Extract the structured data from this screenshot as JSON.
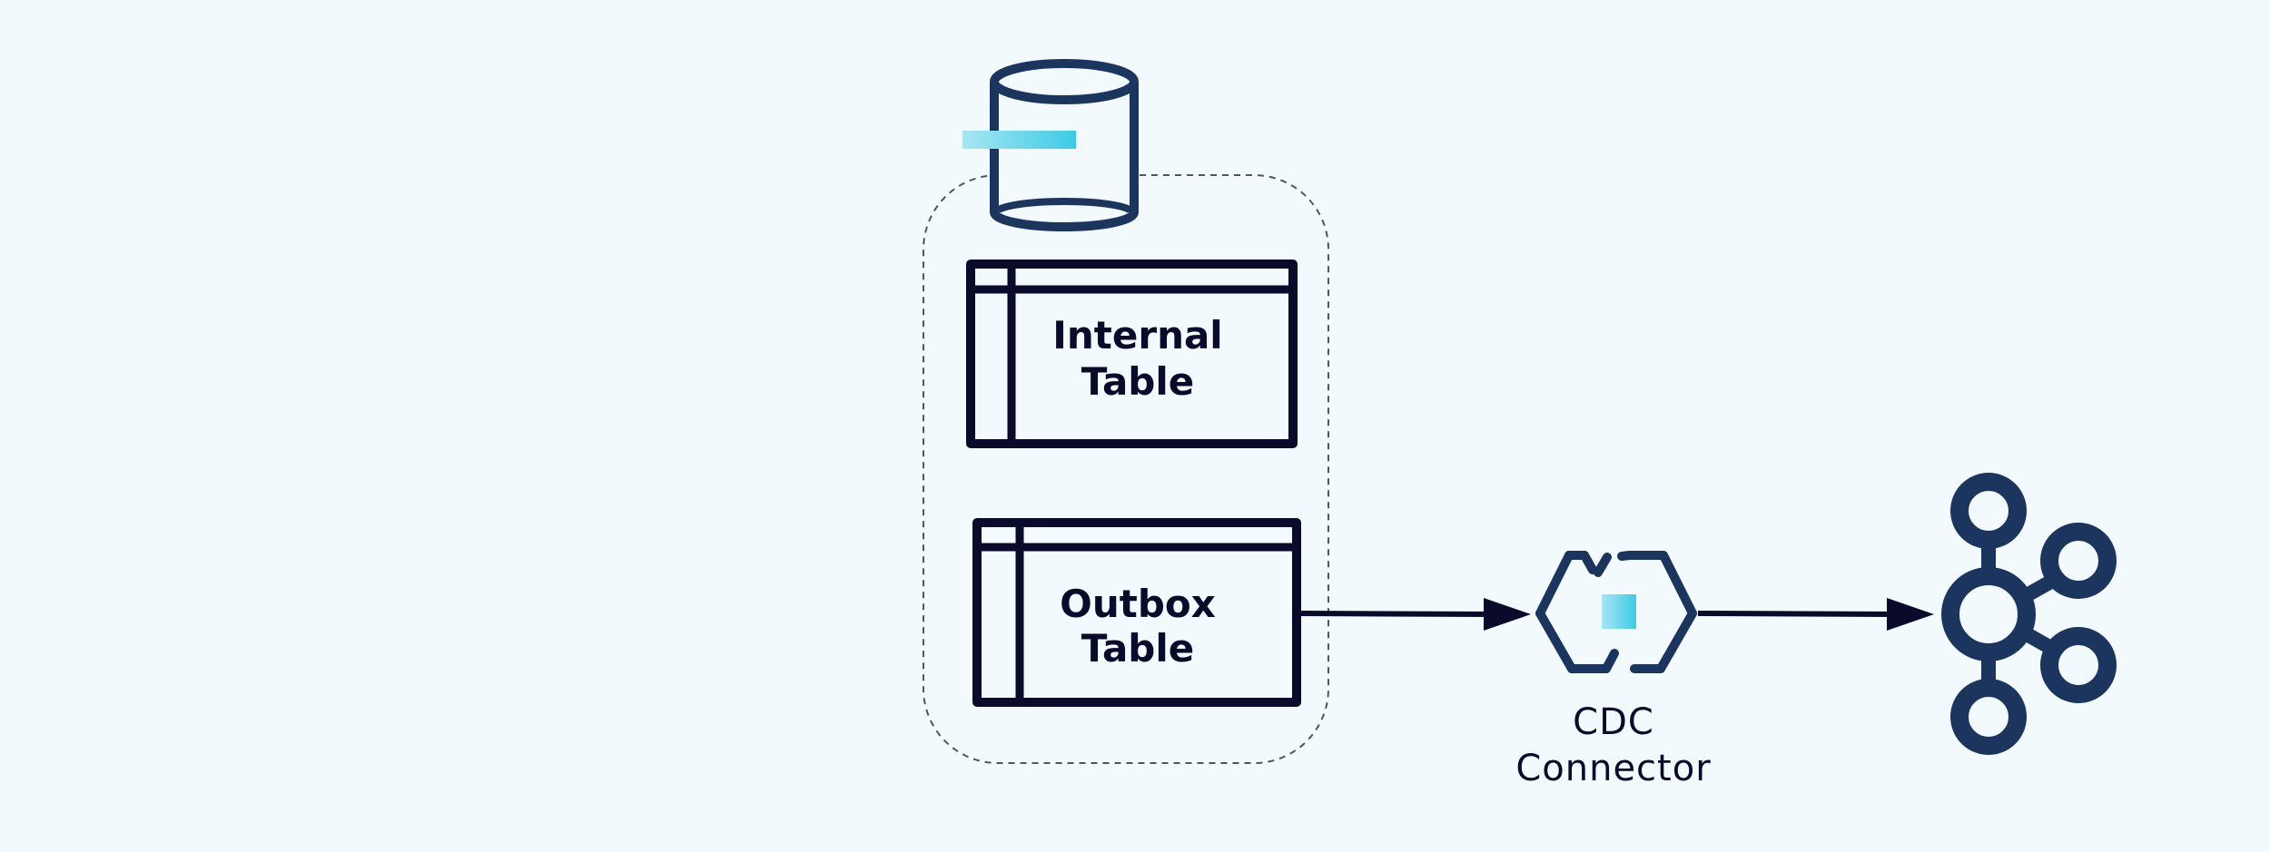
{
  "colors": {
    "background": "#f2fafd",
    "navy": "#1c355e",
    "ink": "#0a0a2a",
    "accent": "#3ccbe6",
    "accent_light": "#a6e6f3",
    "dashed_border": "#555555"
  },
  "icons": {
    "database": "database-cylinder-icon",
    "internal_table": "table-icon",
    "outbox_table": "table-icon",
    "connector": "hexagon-connector-icon",
    "broker": "kafka-cluster-icon"
  },
  "internal_table": {
    "line1": "Internal",
    "line2": "Table"
  },
  "outbox_table": {
    "line1": "Outbox",
    "line2": "Table"
  },
  "connector": {
    "line1": "CDC",
    "line2": "Connector"
  }
}
